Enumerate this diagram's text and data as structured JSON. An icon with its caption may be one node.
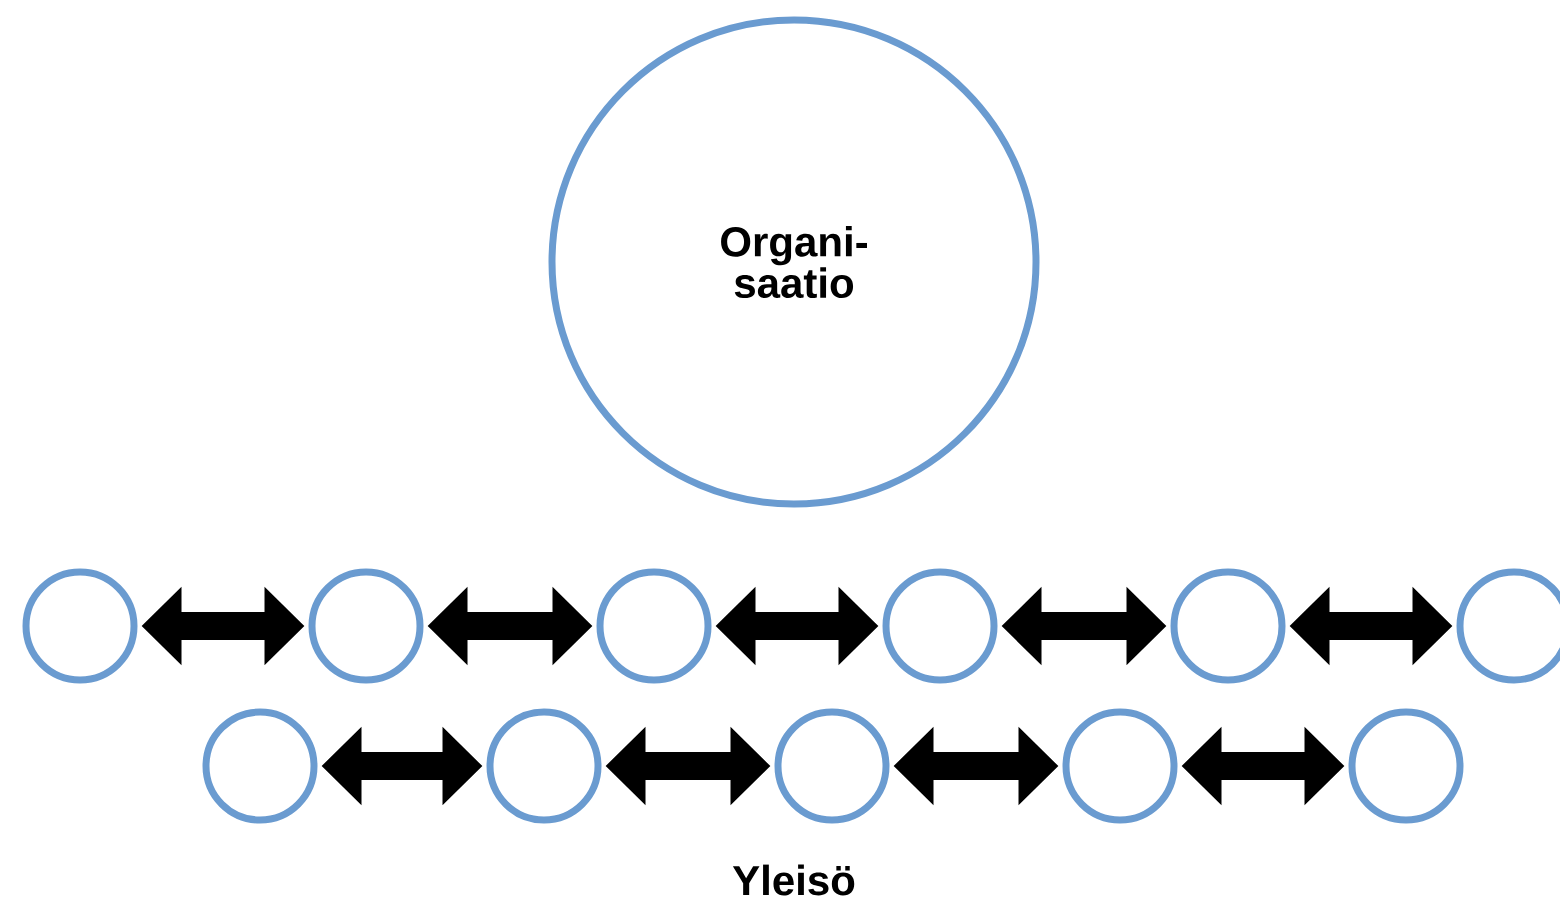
{
  "diagram": {
    "nodes": [
      {
        "text": [
          "Organi- saatio"
        ]
      },
      {
        "text": [],
        "shape": "circle"
      },
      {
        "text": [],
        "shape": "circle"
      },
      {
        "text": [],
        "shape": "circle"
      },
      {
        "text": [],
        "shape": "circle"
      },
      {
        "text": [],
        "shape": "circle"
      },
      {
        "text": [],
        "shape": "circle"
      },
      {
        "text": [],
        "shape": "circle"
      },
      {
        "text": [],
        "shape": "circle"
      },
      {
        "text": [],
        "shape": "circle"
      },
      {
        "text": [],
        "shape": "circle"
      },
      {
        "text": [],
        "shape": "circle"
      }
    ],
    "edges": [
      {
        "from": 1,
        "to": 2,
        "arrow": "both"
      },
      {
        "from": 2,
        "to": 3,
        "arrow": "both"
      },
      {
        "from": 3,
        "to": 4,
        "arrow": "both"
      },
      {
        "from": 4,
        "to": 5,
        "arrow": "both"
      },
      {
        "from": 5,
        "to": 6,
        "arrow": "both"
      },
      {
        "from": 7,
        "to": 8,
        "arrow": "both"
      },
      {
        "from": 8,
        "to": 9,
        "arrow": "both"
      },
      {
        "from": 9,
        "to": 10,
        "arrow": "both"
      },
      {
        "from": 10,
        "to": 11,
        "arrow": "both"
      }
    ],
    "labels": [
      "Yleisö"
    ]
  }
}
